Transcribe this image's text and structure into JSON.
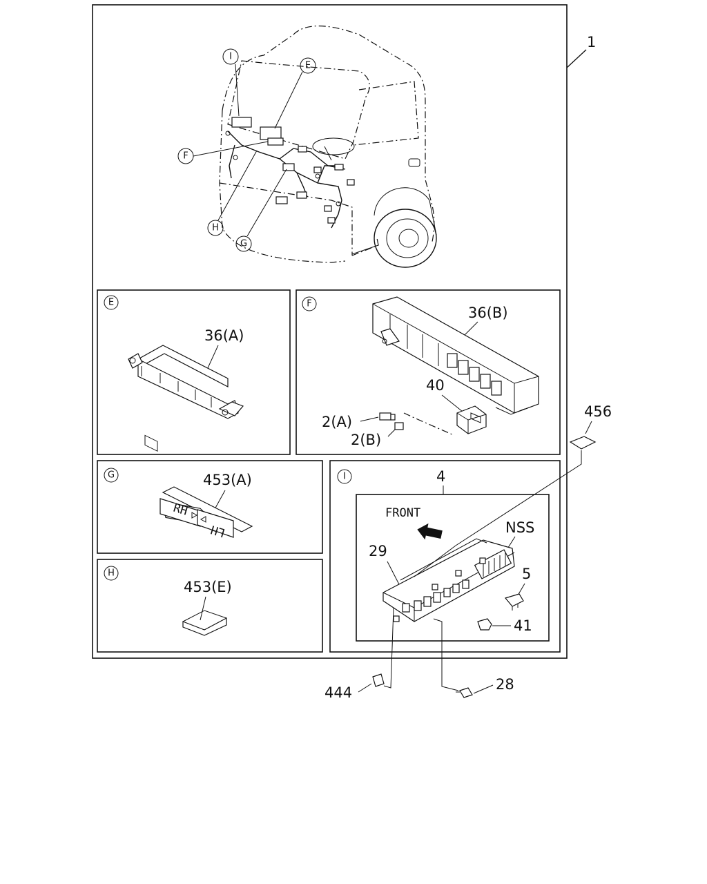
{
  "main_ref": "1",
  "callouts": {
    "I": "I",
    "E": "E",
    "F": "F",
    "G": "G",
    "H": "H"
  },
  "panels": {
    "E": {
      "tag": "E",
      "part": "36(A)"
    },
    "F": {
      "tag": "F",
      "part_fusebox": "36(B)",
      "part_relay": "40",
      "part_conn_a": "2(A)",
      "part_conn_b": "2(B)"
    },
    "G": {
      "tag": "G",
      "part": "453(A)",
      "tape_rh": "RH",
      "tape_lh": "LH"
    },
    "H": {
      "tag": "H",
      "part": "453(E)"
    },
    "I": {
      "tag": "I",
      "box_ref": "4",
      "front_label": "FRONT",
      "nss": "NSS",
      "p29": "29",
      "p5": "5",
      "p41": "41"
    }
  },
  "outside_parts": {
    "p456": "456",
    "p444": "444",
    "p28": "28"
  }
}
